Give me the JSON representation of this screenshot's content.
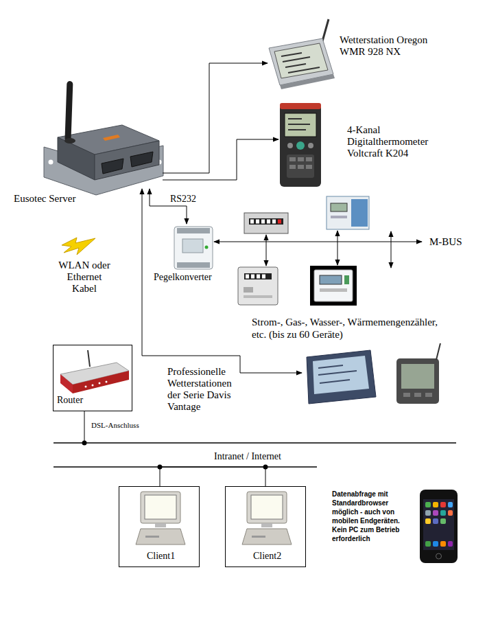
{
  "diagram": {
    "nodes": [
      {
        "text": [
          "Eusotec Server"
        ]
      },
      {
        "text": [
          "Wetterstation Oregon WMR 928 NX"
        ]
      },
      {
        "text": [
          "4-Kanal Digitalthermometer Voltcraft K204"
        ]
      },
      {
        "text": [
          "Pegelkonverter"
        ]
      },
      {
        "text": [
          "Strom-, Gas-, Wasser-, Wärmemengenzähler, etc. (bis zu 60 Geräte)"
        ]
      },
      {
        "text": [
          "Professionelle Wetterstationen der Serie Davis Vantage"
        ]
      },
      {
        "text": [
          "Router"
        ]
      },
      {
        "text": [
          "Client1"
        ]
      },
      {
        "text": [
          "Client2"
        ]
      }
    ],
    "edges": [
      {
        "from": 0,
        "to": 1,
        "arrow": "to"
      },
      {
        "from": 0,
        "to": 2,
        "arrow": "to"
      },
      {
        "from": 0,
        "to": 3,
        "label": "RS232",
        "arrow": "both"
      },
      {
        "from": 4,
        "to": 3,
        "arrow": "to"
      },
      {
        "from": 0,
        "to": 5,
        "arrow": "both"
      },
      {
        "from": 7,
        "to": 8,
        "arrow": "none"
      }
    ],
    "labels": [
      "WLAN oder Ethernet Kabel",
      "M-BUS",
      "DSL-Anschluss",
      "Intranet / Internet",
      "Datenabfrage mit Standardbrowser möglich - auch von mobilen Endgeräten. Kein PC zum Betrieb erforderlich"
    ]
  }
}
